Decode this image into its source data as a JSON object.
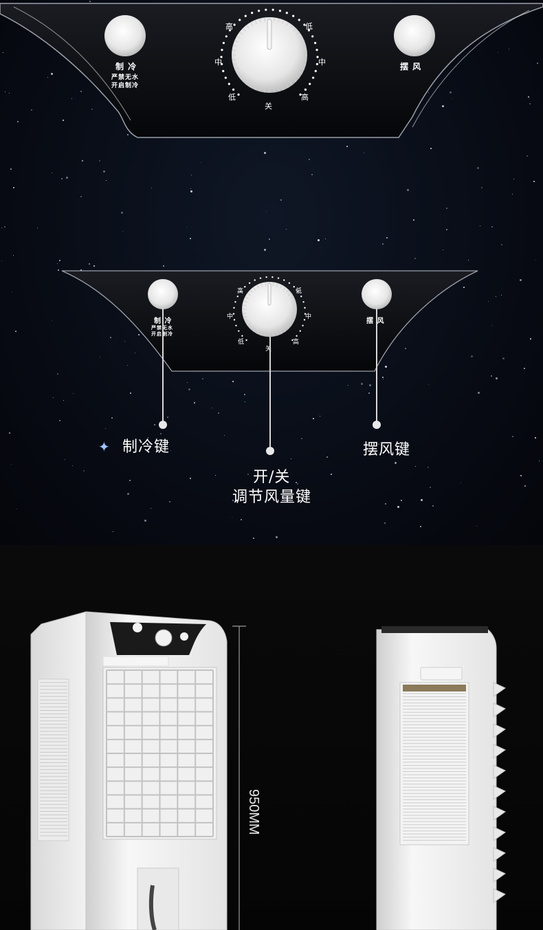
{
  "top_panel": {
    "cool_label": "制 冷",
    "cool_sub1": "严禁无水",
    "cool_sub2": "开启制冷",
    "swing_label": "摆 风",
    "dial_marks": {
      "high_left": "高",
      "low_right": "低",
      "mid_left": "中",
      "mid_right": "中",
      "low_left": "低",
      "high_right": "高",
      "off": "关"
    }
  },
  "mid_panel": {
    "cool_label": "制 冷",
    "cool_sub1": "严禁无水",
    "cool_sub2": "开启制冷",
    "swing_label": "摆 风",
    "dial_marks": {
      "high_left": "高",
      "low_right": "低",
      "mid_left": "中",
      "mid_right": "中",
      "low_left": "低",
      "high_right": "高",
      "off": "关"
    }
  },
  "callouts": {
    "cool_key": "制冷键",
    "swing_key": "摆风键",
    "switch_line1": "开/关",
    "switch_line2": "调节风量键"
  },
  "dimension": "950MM"
}
